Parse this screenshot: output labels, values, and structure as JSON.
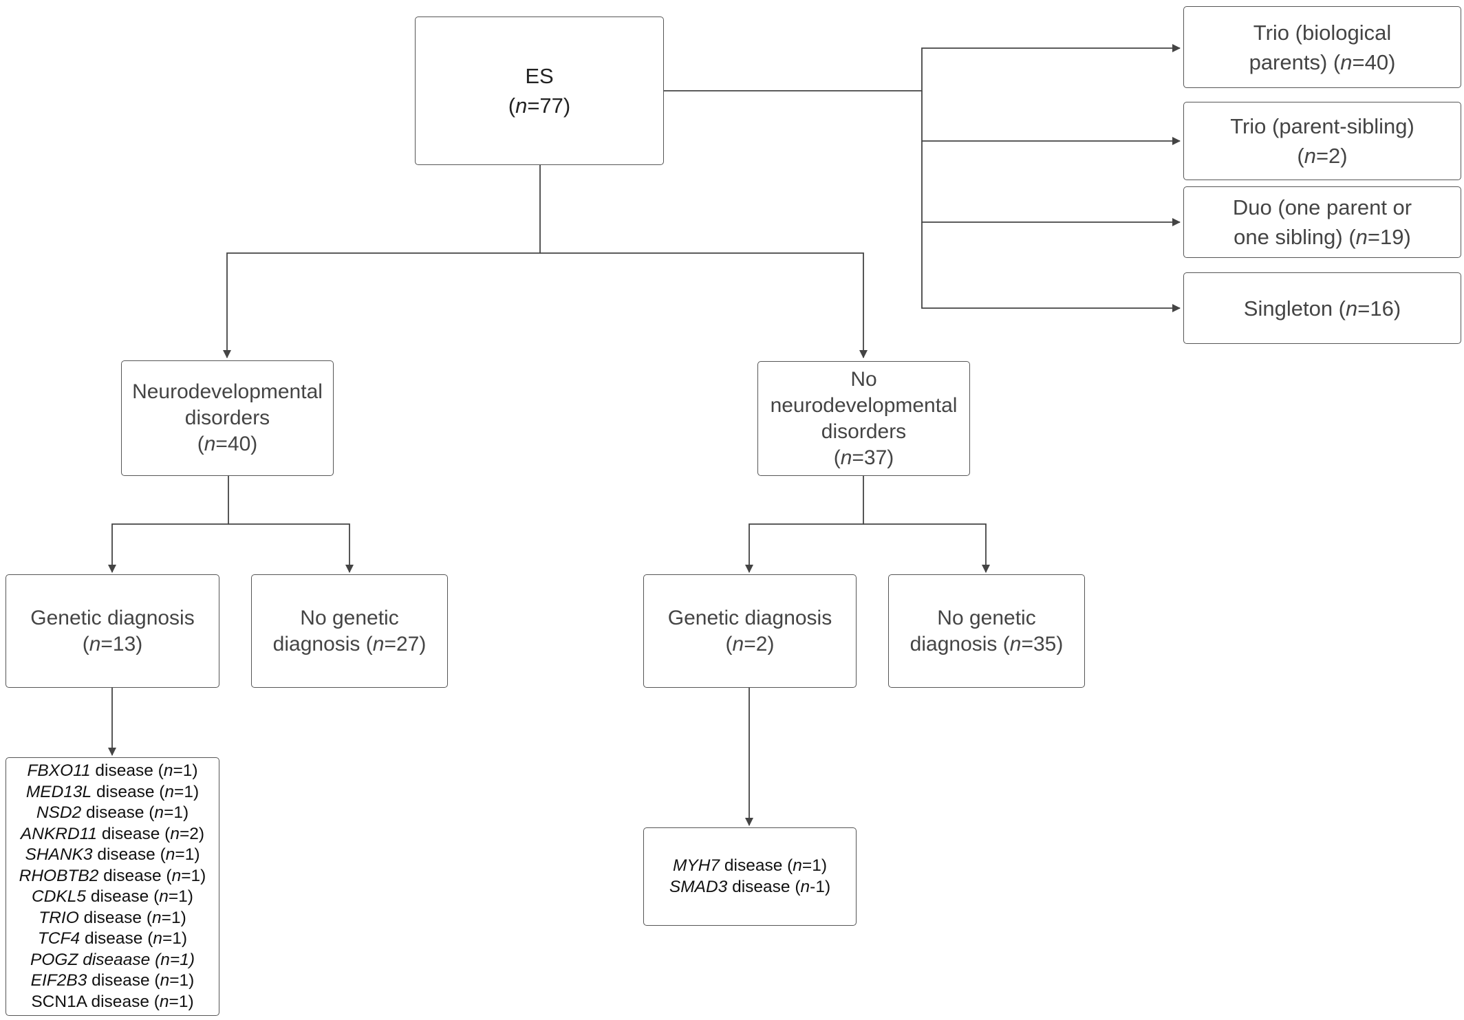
{
  "root": {
    "label": "ES",
    "n_prefix": "(",
    "n_var": "n",
    "n_value": "=77)"
  },
  "branches": [
    {
      "lines": [
        [
          "Trio (biological"
        ],
        [
          "parents) (",
          "n",
          "=40)"
        ]
      ]
    },
    {
      "lines": [
        [
          "Trio (parent-sibling)"
        ],
        [
          "(",
          "n",
          "=2)"
        ]
      ]
    },
    {
      "lines": [
        [
          "Duo  (one parent or"
        ],
        [
          "one sibling) (",
          "n",
          "=19)"
        ]
      ]
    },
    {
      "lines": [
        [
          "Singleton  (",
          "n",
          "=16)"
        ]
      ]
    }
  ],
  "ndd": {
    "lines": [
      [
        "Neurodevelopmental"
      ],
      [
        "disorders"
      ],
      [
        "(",
        "n",
        "=40)"
      ]
    ]
  },
  "no_ndd": {
    "lines": [
      [
        "No"
      ],
      [
        "neurodevelopmental"
      ],
      [
        "disorders"
      ],
      [
        "(",
        "n",
        "=37)"
      ]
    ]
  },
  "ndd_dx": {
    "lines": [
      [
        "Genetic diagnosis"
      ],
      [
        "(",
        "n",
        "=13)"
      ]
    ]
  },
  "ndd_nodx": {
    "lines": [
      [
        "No  genetic"
      ],
      [
        "diagnosis (",
        "n",
        "=27)"
      ]
    ]
  },
  "nondd_dx": {
    "lines": [
      [
        "Genetic diagnosis"
      ],
      [
        "(",
        "n",
        "=2)"
      ]
    ]
  },
  "nondd_nodx": {
    "lines": [
      [
        "No  genetic"
      ],
      [
        "diagnosis (",
        "n",
        "=35)"
      ]
    ]
  },
  "ndd_diseases": [
    {
      "gene": "FBXO11",
      "rest": " disease (",
      "n": "n",
      "count": "=1)"
    },
    {
      "gene": "MED13L",
      "rest": " disease (",
      "n": "n",
      "count": "=1)"
    },
    {
      "gene": "NSD2",
      "rest": " disease (",
      "n": "n",
      "count": "=1)"
    },
    {
      "gene": "ANKRD11",
      "rest": " disease (",
      "n": "n",
      "count": "=2)"
    },
    {
      "gene": "SHANK3",
      "rest": " disease (",
      "n": "n",
      "count": "=1)"
    },
    {
      "gene": "RHOBTB2",
      "rest": " disease (",
      "n": "n",
      "count": "=1)"
    },
    {
      "gene": "CDKL5",
      "rest": " disease (",
      "n": "n",
      "count": "=1)"
    },
    {
      "gene": "TRIO",
      "rest": " disease (",
      "n": "n",
      "count": "=1)"
    },
    {
      "gene": "TCF4",
      "rest": " disease (",
      "n": "n",
      "count": "=1)"
    },
    {
      "gene": "POGZ diseaase (n=1)",
      "rest": "",
      "n": "",
      "count": ""
    },
    {
      "gene": "EIF2B3",
      "rest": " disease (",
      "n": "n",
      "count": "=1)"
    },
    {
      "gene": "",
      "rest": "SCN1A disease (",
      "n": "n",
      "count": "=1)"
    }
  ],
  "nondd_diseases": [
    {
      "gene": "MYH7",
      "rest": " disease (",
      "n": "n",
      "count": "=1)"
    },
    {
      "gene": "SMAD3",
      "rest": " disease (",
      "n": "n",
      "count": "-1)"
    }
  ]
}
